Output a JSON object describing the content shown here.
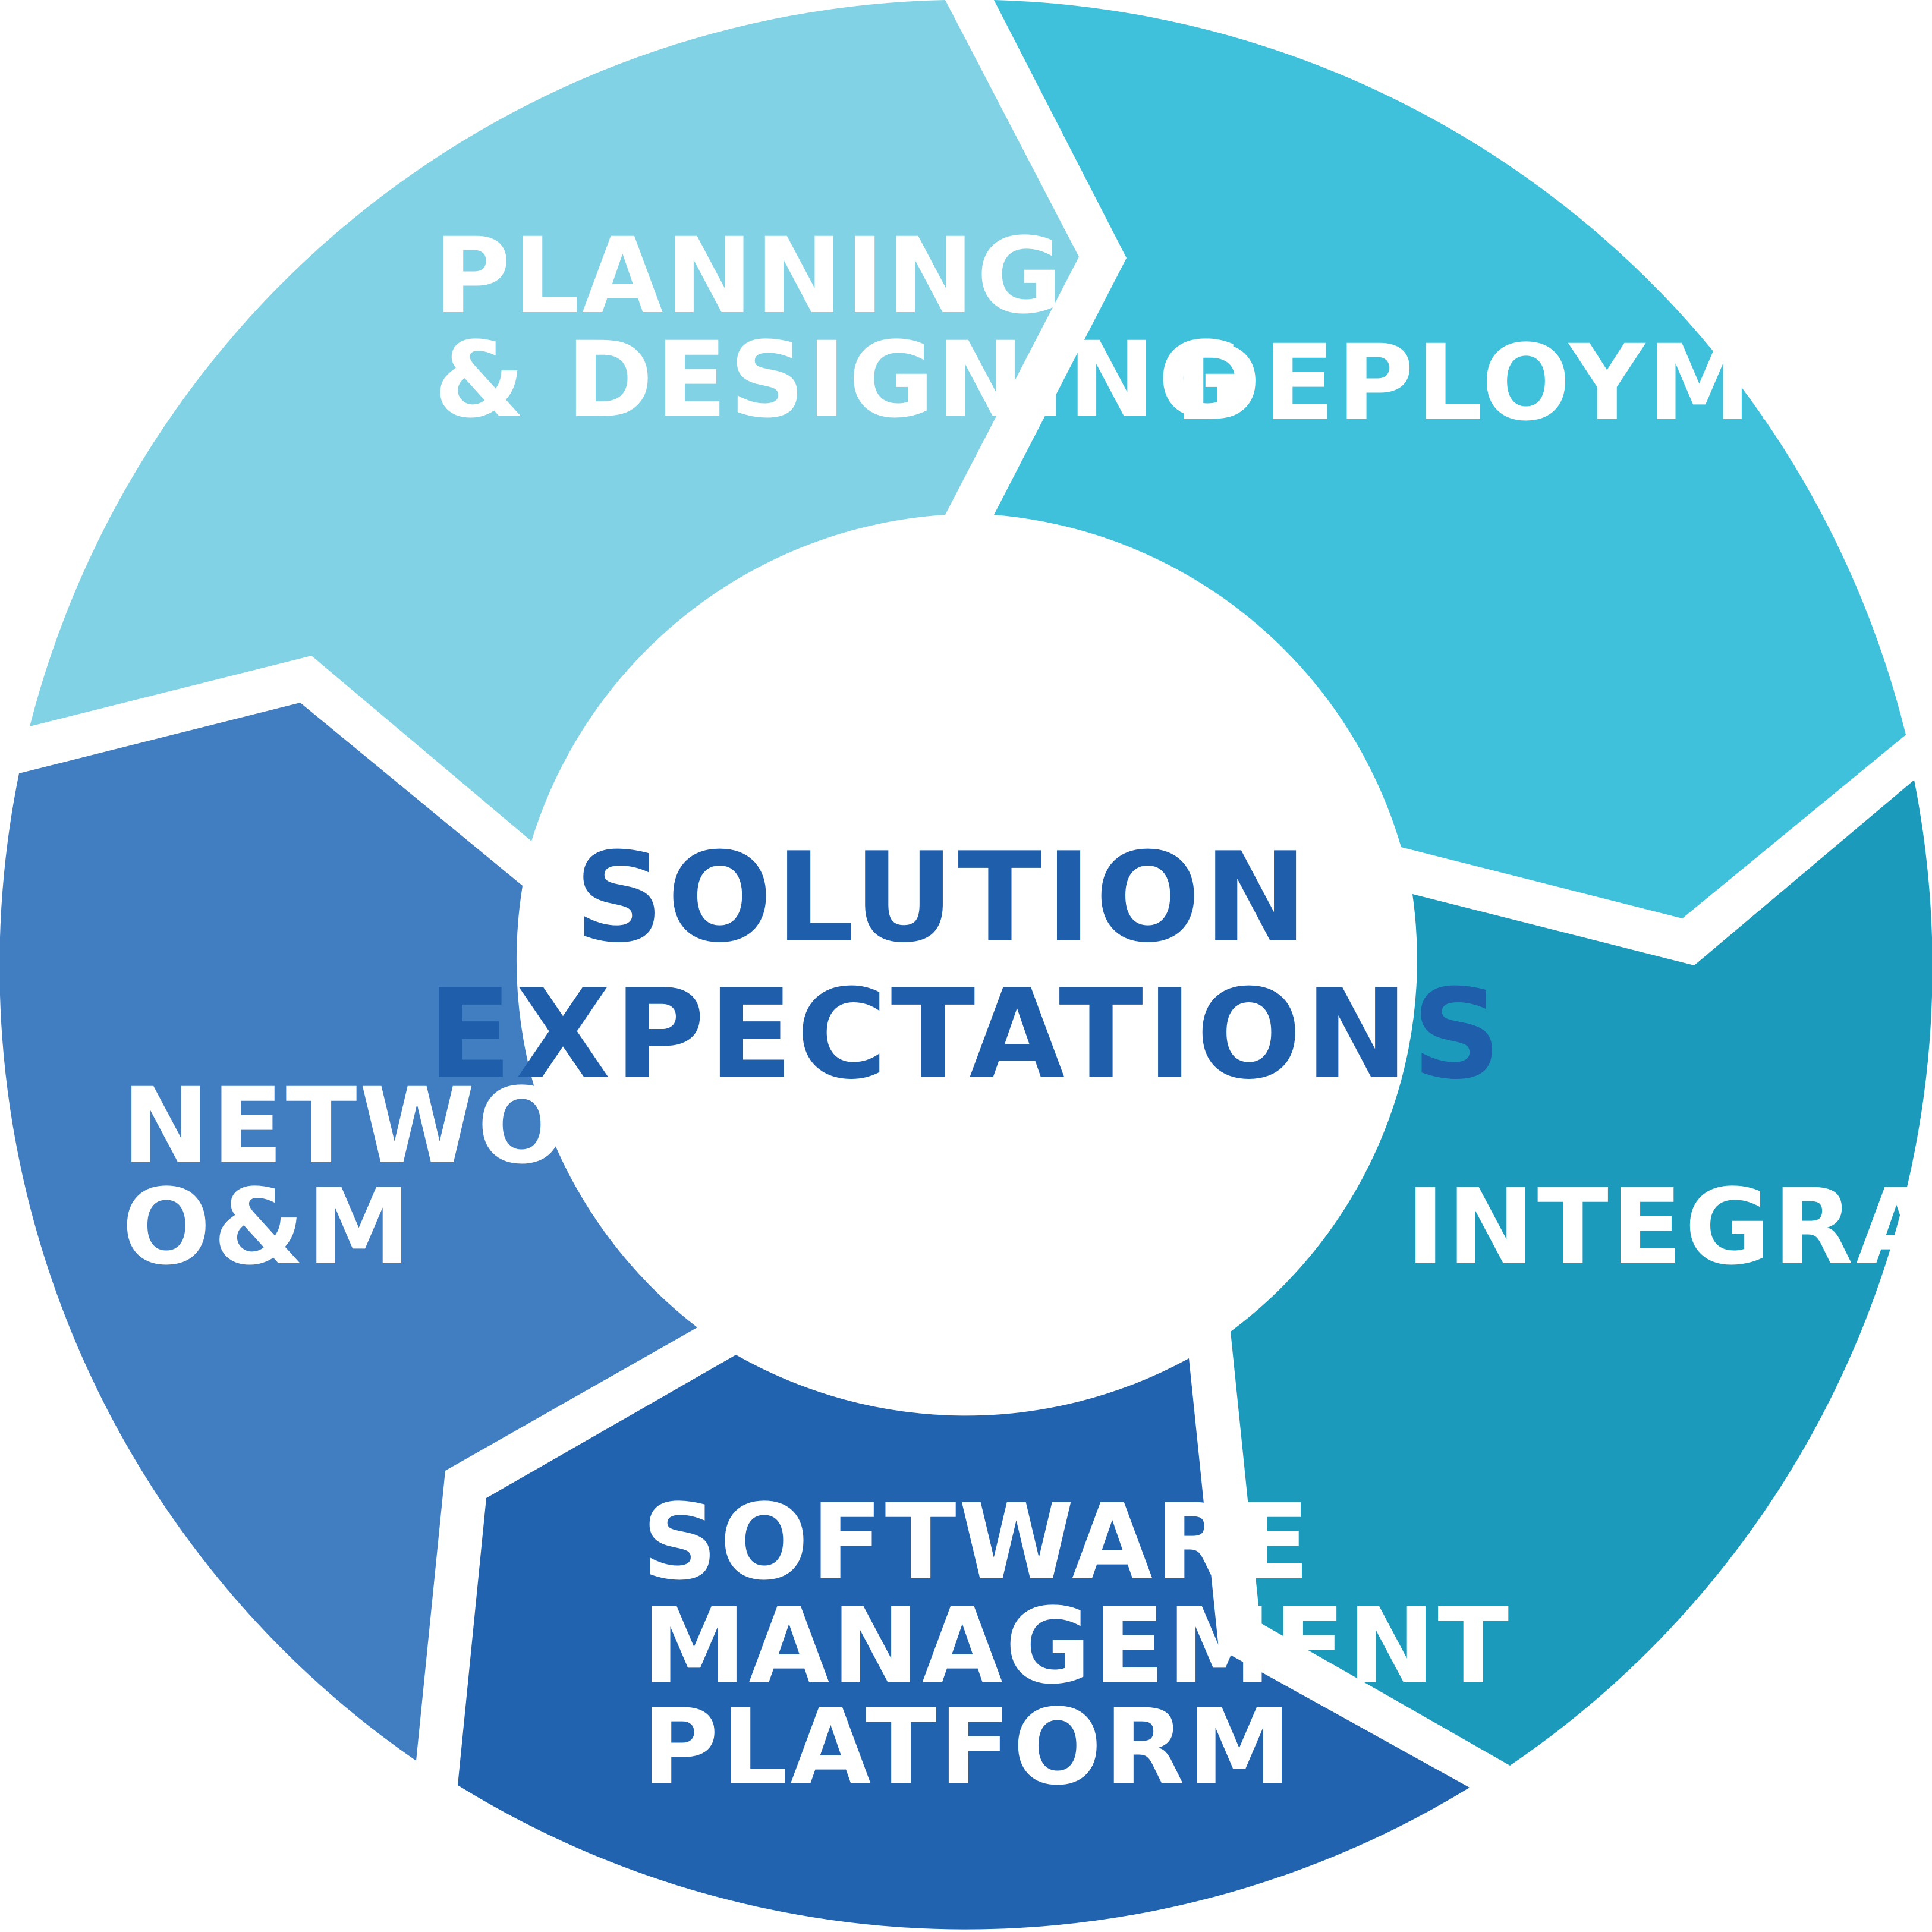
{
  "center": {
    "line1": "SOLUTION",
    "line2": "EXPECTATIONS",
    "color": "#1F5EAA"
  },
  "segments": [
    {
      "id": "planning",
      "lines": [
        "PLANNING",
        "& DESIGNING"
      ],
      "color": "#82D2E5"
    },
    {
      "id": "deployment",
      "lines": [
        "DEPLOYMENT"
      ],
      "color": "#3FC0DB"
    },
    {
      "id": "integration",
      "lines": [
        "INTEGRATION"
      ],
      "color": "#1B9ABC"
    },
    {
      "id": "software",
      "lines": [
        "SOFTWARE",
        "MANAGEMENT",
        "PLATFORM"
      ],
      "color": "#2163AE"
    },
    {
      "id": "network",
      "lines": [
        "NETWORK",
        "O&M"
      ],
      "color": "#407EC1"
    }
  ]
}
